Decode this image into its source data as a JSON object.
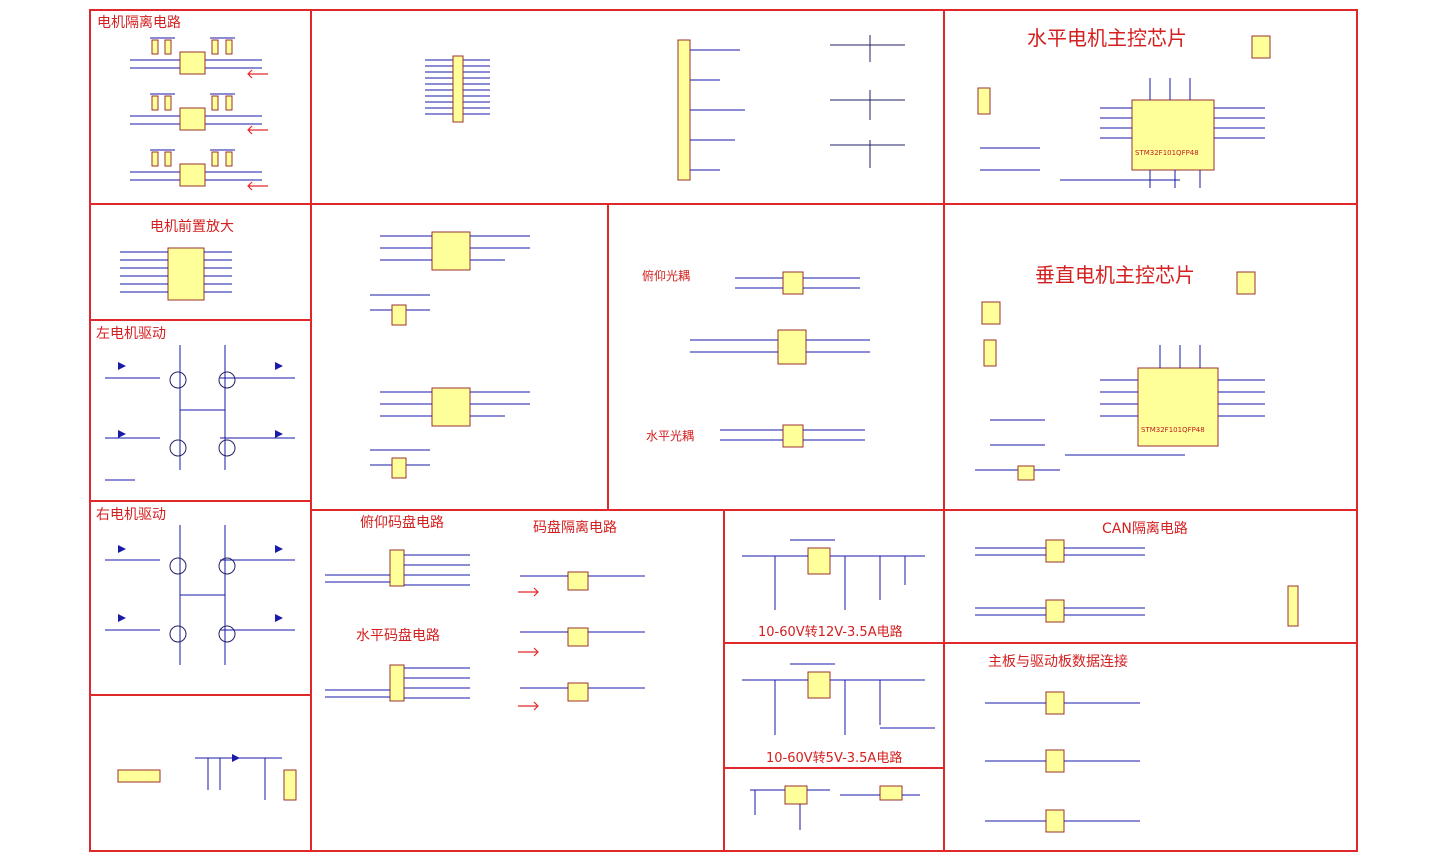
{
  "sheet": {
    "border_color": "#e0282a",
    "title_color": "#d42020",
    "wire_color": "#1a1aa8",
    "ic_fill": "#ffff99"
  },
  "sections": {
    "motor_isolation": "电机隔离电路",
    "motor_preamp": "电机前置放大",
    "left_motor_drive": "左电机驱动",
    "right_motor_drive": "右电机驱动",
    "h_main_chip": "水平电机主控芯片",
    "v_main_chip": "垂直电机主控芯片",
    "pitch_optocoupler": "俯仰光耦",
    "h_optocoupler": "水平光耦",
    "pitch_encoder": "俯仰码盘电路",
    "h_encoder": "水平码盘电路",
    "encoder_isolation": "码盘隔离电路",
    "psu_12v": "10-60V转12V-3.5A电路",
    "psu_5v": "10-60V转5V-3.5A电路",
    "can_isolation": "CAN隔离电路",
    "board_link": "主板与驱动板数据连接"
  },
  "chips": {
    "h_mcu": "STM32F101QFP48",
    "v_mcu": "STM32F101QFP48"
  }
}
